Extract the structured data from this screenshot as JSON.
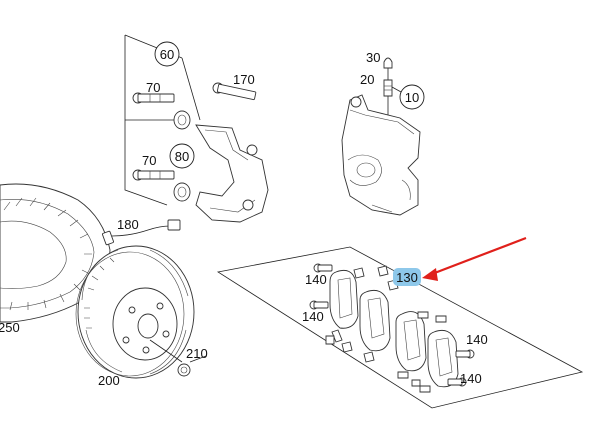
{
  "callouts": {
    "c60": "60",
    "c70a": "70",
    "c170": "170",
    "c80": "80",
    "c70b": "70",
    "c30": "30",
    "c20": "20",
    "c10": "10",
    "c180": "180",
    "c250": "250",
    "c130": "130",
    "c140a": "140",
    "c140b": "140",
    "c140c": "140",
    "c140d": "140",
    "c210": "210",
    "c200": "200"
  },
  "colors": {
    "highlight": "#8ec8ea",
    "arrow": "#e0201b",
    "linework": "#222222"
  }
}
